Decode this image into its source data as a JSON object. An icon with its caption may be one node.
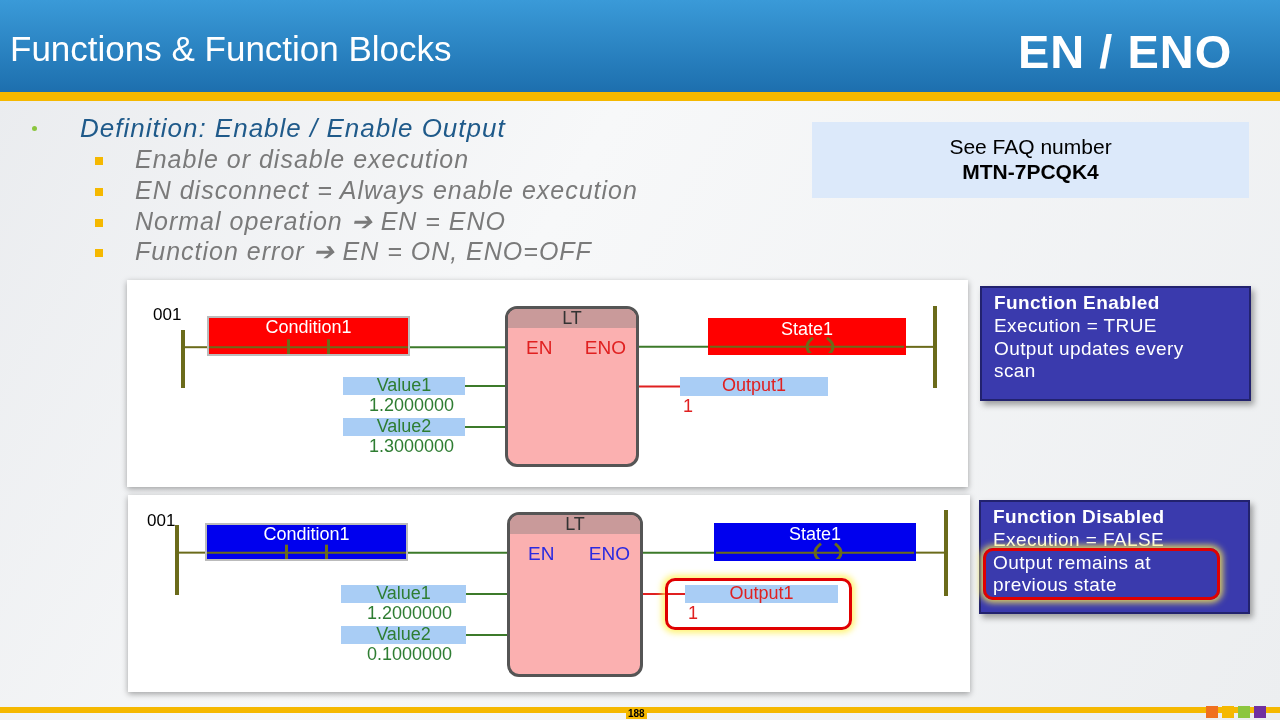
{
  "diagram": {
    "title": "Functions & Function Blocks",
    "nodes": [
      {
        "text": [],
        "shape": "box"
      },
      {
        "text": [
          "Condition1"
        ],
        "in": 0
      },
      {
        "text": [
          "LT",
          "EN",
          "ENO"
        ],
        "in": 0
      },
      {
        "text": [
          "State1"
        ],
        "in": 0
      },
      {
        "text": [
          "Value1"
        ],
        "in": 0,
        "beside": [
          "1.2000000"
        ]
      },
      {
        "text": [
          "Value2"
        ],
        "in": 0,
        "beside": [
          "1.3000000"
        ]
      },
      {
        "text": [
          "Output1"
        ],
        "in": 0,
        "beside": [
          "1"
        ]
      },
      {
        "text": [],
        "shape": "box"
      },
      {
        "text": [
          "Condition1"
        ],
        "in": 7
      },
      {
        "text": [
          "LT",
          "EN",
          "ENO"
        ],
        "in": 7
      },
      {
        "text": [
          "State1"
        ],
        "in": 7
      },
      {
        "text": [
          "Value1"
        ],
        "in": 7,
        "beside": [
          "1.2000000"
        ]
      },
      {
        "text": [
          "Value2"
        ],
        "in": 7,
        "beside": [
          "0.1000000"
        ]
      },
      {
        "text": [
          "Output1"
        ],
        "in": 7,
        "beside": [
          "1"
        ]
      },
      {
        "text": [
          "See FAQ number",
          "MTN-7PCQK4"
        ]
      },
      {
        "text": [
          "Function Enabled",
          "Execution = TRUE",
          "Output updates every scan"
        ]
      },
      {
        "text": [
          "Function Disabled",
          "Execution = FALSE",
          "Output remains at previous state"
        ]
      }
    ],
    "edges": [
      {
        "from": 1,
        "to": 2,
        "arrow": "none"
      },
      {
        "from": 2,
        "to": 3,
        "arrow": "none"
      },
      {
        "from": 4,
        "to": 2,
        "arrow": "none"
      },
      {
        "from": 5,
        "to": 2,
        "arrow": "none"
      },
      {
        "from": 2,
        "to": 6,
        "arrow": "none",
        "color": "#e02020"
      },
      {
        "from": 8,
        "to": 9,
        "arrow": "none"
      },
      {
        "from": 9,
        "to": 10,
        "arrow": "none"
      },
      {
        "from": 11,
        "to": 9,
        "arrow": "none"
      },
      {
        "from": 12,
        "to": 9,
        "arrow": "none"
      },
      {
        "from": 9,
        "to": 13,
        "arrow": "none",
        "color": "#e02020"
      }
    ],
    "labels": [
      "EN / ENO",
      "Definition: Enable / Enable Output",
      "Enable or disable execution",
      "EN disconnect = Always enable execution",
      "Normal operation ➔ EN = ENO",
      "Function error ➔ EN = ON, ENO=OFF",
      "001",
      "001",
      "188"
    ]
  }
}
